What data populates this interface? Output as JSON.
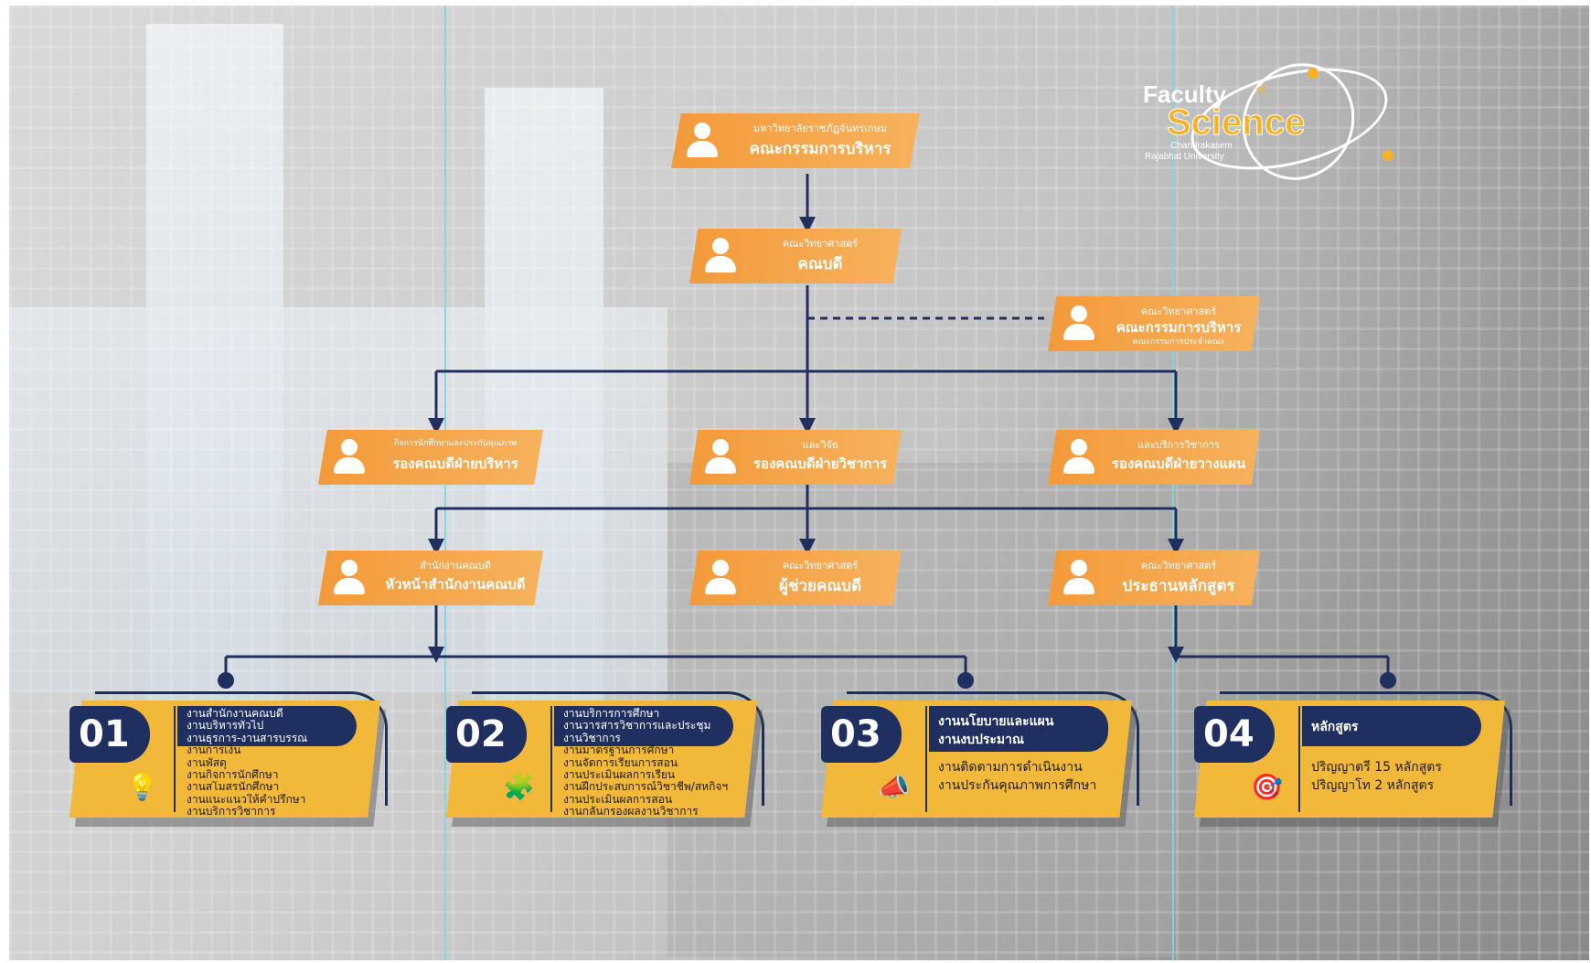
{
  "logo": {
    "faculty": "Faculty",
    "of": "of",
    "science": "Science",
    "university_line1": "Chandrakasem",
    "university_line2": "Rajabhat University"
  },
  "nodes": {
    "board": {
      "sub": "มหาวิทยาลัยราชภัฏจันทรเกษม",
      "main": "คณะกรรมการบริหาร"
    },
    "dean": {
      "sub": "คณะวิทยาศาสตร์",
      "main": "คณบดี"
    },
    "faculty_committee": {
      "sub": "คณะวิทยาศาสตร์",
      "main": "คณะกรรมการบริหาร",
      "note": "คณะกรรมการประจำคณะ"
    },
    "vp_admin": {
      "sub": "กิจการนักศึกษาและประกันคุณภาพ",
      "main": "รองคณบดีฝ่ายบริหาร"
    },
    "vp_academic": {
      "sub": "และวิจัย",
      "main": "รองคณบดีฝ่ายวิชาการ"
    },
    "vp_planning": {
      "sub": "และบริการวิชาการ",
      "main": "รองคณบดีฝ่ายวางแผน"
    },
    "office_head": {
      "sub": "สำนักงานคณบดี",
      "main": "หัวหน้าสำนักงานคณบดี"
    },
    "assistant_dean": {
      "sub": "คณะวิทยาศาสตร์",
      "main": "ผู้ช่วยคณบดี"
    },
    "program_chair": {
      "sub": "คณะวิทยาศาสตร์",
      "main": "ประธานหลักสูตร"
    }
  },
  "cards": [
    {
      "num": "01",
      "icon": "lightbulb-icon",
      "items": [
        "งานสำนักงานคณบดี",
        "งานบริหารทั่วไป",
        "งานธุรการ-งานสารบรรณ",
        "งานการเงิน",
        "งานพัสดุ",
        "งานกิจการนักศึกษา",
        "งานสโมสรนักศึกษา",
        "งานแนะแนวให้คำปรึกษา",
        "งานบริการวิชาการ"
      ]
    },
    {
      "num": "02",
      "icon": "puzzle-icon",
      "items": [
        "งานบริการการศึกษา",
        "งานวารสารวิชาการและประชุม",
        "งานวิชาการ",
        "งานมาตรฐานการศึกษา",
        "งานจัดการเรียนการสอน",
        "งานประเมินผลการเรียน",
        "งานฝึกประสบการณ์วิชาชีพ/สหกิจฯ",
        "งานประเมินผลการสอน",
        "งานกลั่นกรองผลงานวิชาการ"
      ]
    },
    {
      "num": "03",
      "icon": "megaphone-icon",
      "title_lines": [
        "งานนโยบายและแผน",
        "งานงบประมาณ"
      ],
      "items": [
        "งานติดตามการดำเนินงาน",
        "งานประกันคุณภาพการศึกษา"
      ]
    },
    {
      "num": "04",
      "icon": "target-icon",
      "title_lines": [
        "หลักสูตร"
      ],
      "items": [
        "ปริญญาตรี 15 หลักสูตร",
        "ปริญญาโท 2 หลักสูตร"
      ]
    }
  ]
}
